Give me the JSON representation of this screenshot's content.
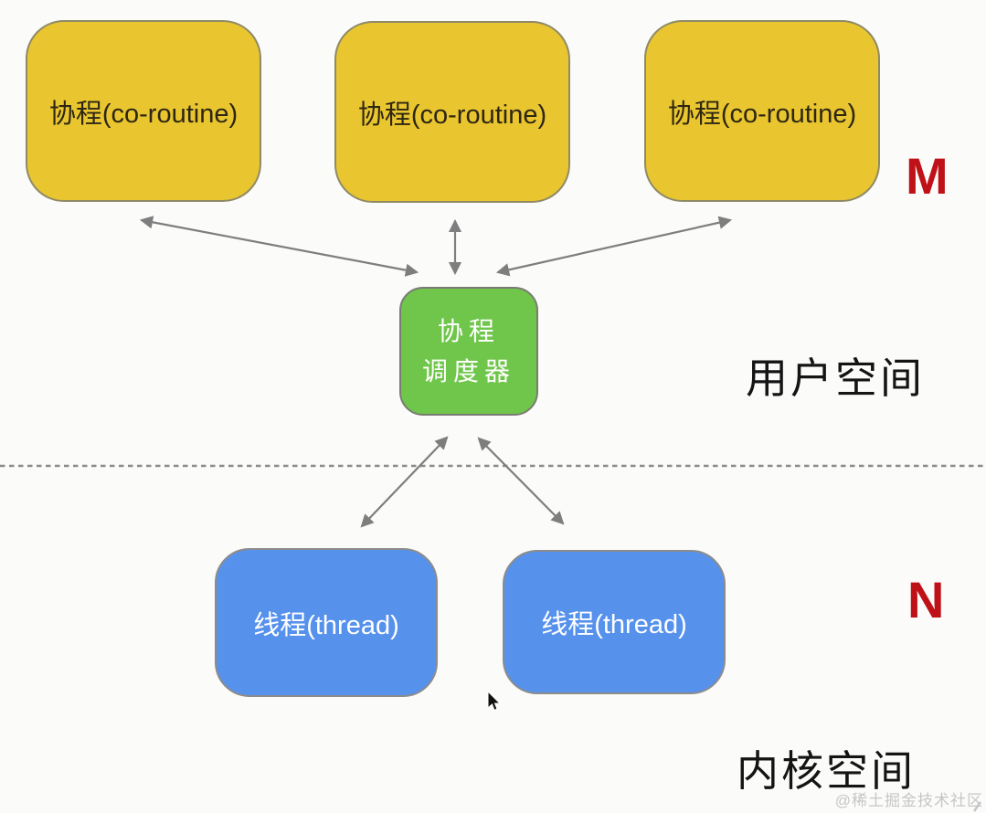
{
  "user_space": {
    "region_label": "用户空间",
    "count_label": "M",
    "coroutines": [
      {
        "label": "协程(co-routine)"
      },
      {
        "label": "协程(co-routine)"
      },
      {
        "label": "协程(co-routine)"
      }
    ],
    "scheduler": {
      "line1": "协程",
      "line2": "调度器"
    }
  },
  "kernel_space": {
    "region_label": "内核空间",
    "count_label": "N",
    "threads": [
      {
        "label": "线程(thread)"
      },
      {
        "label": "线程(thread)"
      }
    ]
  },
  "watermark": "@稀土掘金技术社区",
  "colors": {
    "coroutine_fill": "#E9C62F",
    "scheduler_fill": "#6FC64B",
    "thread_fill": "#5691EC",
    "count_red": "#BF1218",
    "arrow_gray": "#7E7E7E",
    "watermark_gray": "#C6C6C6"
  }
}
